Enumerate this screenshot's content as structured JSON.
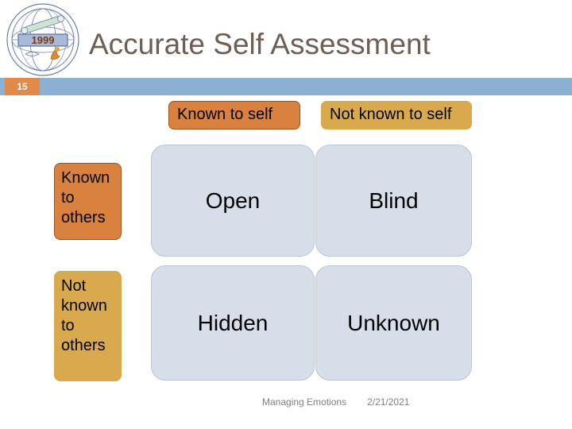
{
  "slide": {
    "title": "Accurate Self Assessment",
    "page_number": "15",
    "colors": {
      "title_text": "#6e5f56",
      "bar": "#8bb1d2",
      "badge": "#e08a49",
      "orange_box": "#d9813f",
      "tan_box": "#d9a94e",
      "quadrant": "#d5dee9"
    }
  },
  "logo": {
    "name": "institute-seal-logo",
    "center_text": "1999"
  },
  "matrix": {
    "column_headers": [
      {
        "label": "Known to self"
      },
      {
        "label": "Not known to self"
      }
    ],
    "row_headers": [
      {
        "label": "Known to others"
      },
      {
        "label": "Not known to others"
      }
    ],
    "cells": [
      {
        "label": "Open"
      },
      {
        "label": "Blind"
      },
      {
        "label": "Hidden"
      },
      {
        "label": "Unknown"
      }
    ]
  },
  "footer": {
    "topic": "Managing Emotions",
    "date": "2/21/2021"
  }
}
